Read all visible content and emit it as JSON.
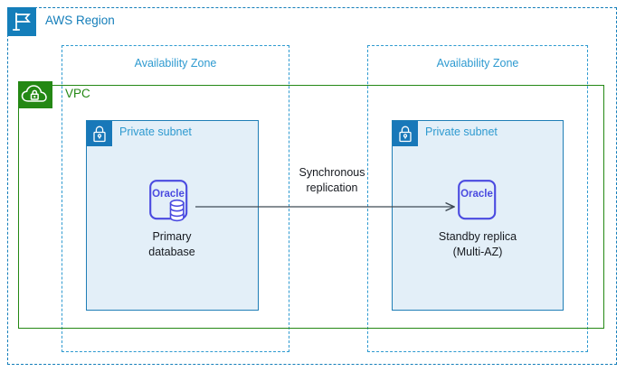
{
  "diagram": {
    "region": {
      "label": "AWS Region",
      "icon": "aws-region-flag-icon",
      "color": "#147eba"
    },
    "vpc": {
      "label": "VPC",
      "icon": "vpc-cloud-lock-icon",
      "color": "#248814"
    },
    "availability_zones": [
      {
        "label": "Availability Zone"
      },
      {
        "label": "Availability Zone"
      }
    ],
    "subnets": [
      {
        "label": "Private subnet",
        "icon": "padlock-icon"
      },
      {
        "label": "Private subnet",
        "icon": "padlock-icon"
      }
    ],
    "nodes": [
      {
        "icon": "oracle-database-icon",
        "icon_text": "Oracle",
        "caption": "Primary\ndatabase",
        "has_cylinder": true
      },
      {
        "icon": "oracle-icon",
        "icon_text": "Oracle",
        "caption": "Standby replica\n(Multi-AZ)",
        "has_cylinder": false
      }
    ],
    "connector": {
      "label": "Synchronous\nreplication",
      "direction": "left-to-right",
      "color": "#3f4a54"
    },
    "colors": {
      "region_blue": "#147eba",
      "az_blue": "#2e9ad0",
      "vpc_green": "#248814",
      "subnet_fill": "#e3eff8",
      "subnet_border": "#1f7eb6",
      "oracle_purple": "#4a4ae0",
      "text_dark": "#16191f"
    }
  }
}
